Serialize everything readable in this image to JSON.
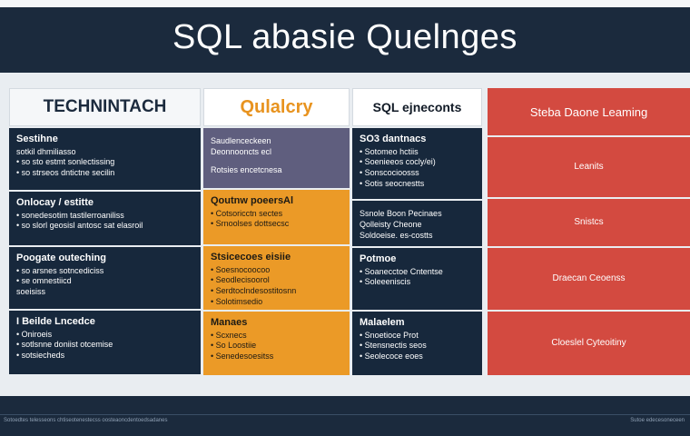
{
  "page": {
    "title": "SQL abasie Quelnges",
    "colors": {
      "navy": "#1b2a3d",
      "dark_cell": "#17283c",
      "gray_cell": "#5f5e7e",
      "orange": "#eb9a27",
      "red": "#d34a40",
      "board": "#e9edf1"
    }
  },
  "columns": [
    {
      "header": "TECHNINTACH",
      "cells": [
        {
          "title": "Sestihne",
          "lines": [
            "sotkil dhmiliasso",
            "so sto estmt sonlectissing",
            "so strseos dntictne secilin"
          ]
        },
        {
          "title": "Onlocay / estitte",
          "lines": [
            "sonedesotim tastilerroaniliss",
            "so slorl geosisl antosc sat elasroil"
          ]
        },
        {
          "title": "Poogate outeching",
          "lines": [
            "so arsnes sotncediciss",
            "se omnestiicd",
            "soeisiss"
          ]
        },
        {
          "title": "I Beilde Lncedce",
          "lines": [
            "Oniroeis",
            "sotlsnne doniist otcemise",
            "sotsiecheds"
          ]
        }
      ]
    },
    {
      "header": "Qulalcry",
      "cells": [
        {
          "title": "Saudlenceckeen",
          "lines": [
            "Deonnooncts ecl",
            "Rotsies encetcnesa"
          ]
        },
        {
          "title": "Qoutnw poeersAl",
          "lines": [
            "Cotsoricctn sectes",
            "Srnoolses dottsecsc"
          ]
        },
        {
          "title": "Stsicecoes eisiie",
          "lines": [
            "Soesnocoocoo",
            "Seodlecisoorol",
            "Serdtoclndesostitosnn",
            "Solotimsedio"
          ]
        },
        {
          "title": "Manaes",
          "lines": [
            "Scxnecs",
            "So Loostiie",
            "Senedesoesitss"
          ]
        }
      ]
    },
    {
      "header": "SQL ejneconts",
      "cells": [
        {
          "title": "SO3 dantnacs",
          "lines": [
            "Sotomeo hctiis",
            "Soenieeos cocly/ei)",
            "Sonscocioosss",
            "Sotis seocnestts"
          ]
        },
        {
          "title": "Ssnole Boon Pecinaes",
          "lines": [
            "Qolleisty Cheone",
            "Soldoeise. es-costts"
          ]
        },
        {
          "title": "Potmoe",
          "lines": [
            "Soanecctoe Cntentse",
            "Soleeeniscis"
          ]
        },
        {
          "title": "Malaelem",
          "lines": [
            "Snoetioce Prot",
            "Stensnectis seos",
            "Seolecoce eoes"
          ]
        }
      ]
    },
    {
      "header": "Steba Daone Leaming",
      "cells": [
        {
          "label": "Leanits"
        },
        {
          "label": "Snistcs"
        },
        {
          "label": "Draecan Ceoenss"
        },
        {
          "label": "Cloeslel Cyteoitiny"
        }
      ]
    }
  ],
  "footer": {
    "left_note": "Sotoedtes telesseons chtiseotenestecss oosteaoncdentoedsadanes",
    "right_note": "Sutoe edecesoneceen"
  }
}
